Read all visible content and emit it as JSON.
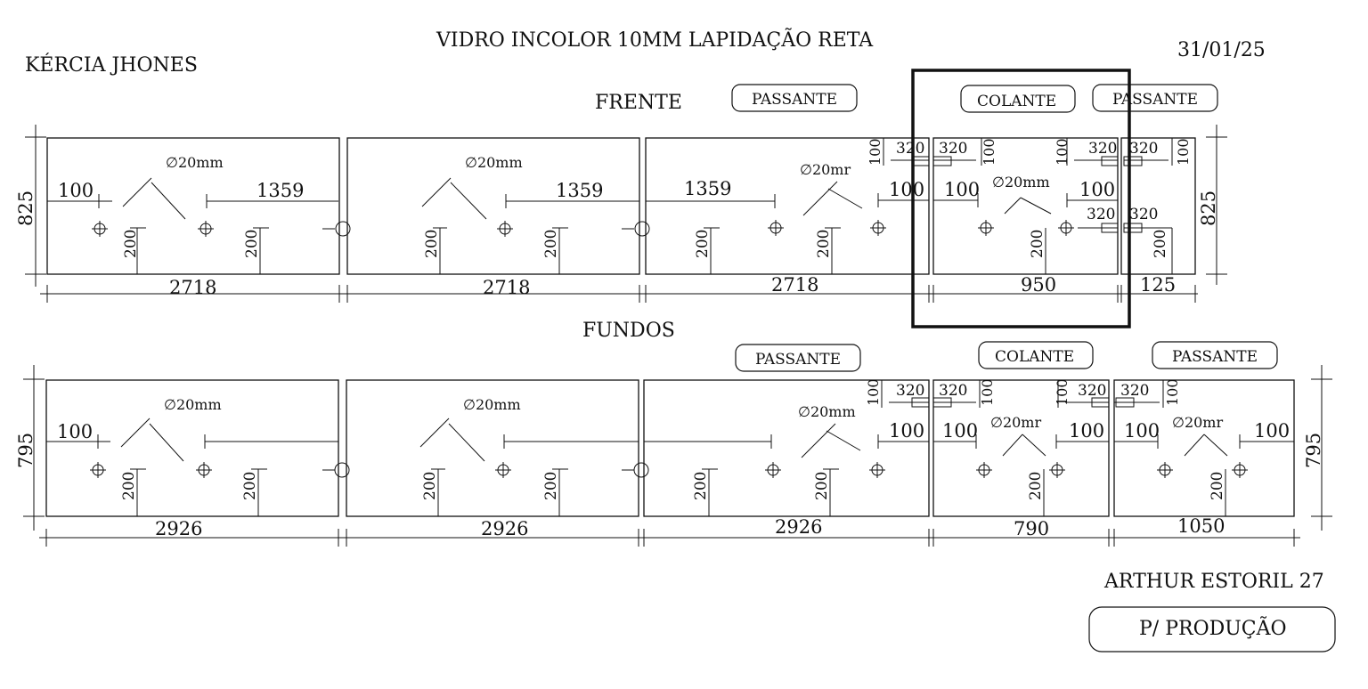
{
  "header": {
    "title": "VIDRO INCOLOR 10MM LAPIDAÇÃO RETA",
    "client": "KÉRCIA JHONES",
    "date": "31/01/25"
  },
  "footer": {
    "address": "ARTHUR ESTORIL 27",
    "status": "P/ PRODUÇÃO"
  },
  "sections": {
    "front": {
      "label": "FRENTE",
      "height": "825",
      "tags": [
        "PASSANTE",
        "COLANTE",
        "PASSANTE"
      ],
      "widths": [
        "2718",
        "2718",
        "2718",
        "950",
        "125"
      ]
    },
    "back": {
      "label": "FUNDOS",
      "height": "795",
      "tags": [
        "PASSANTE",
        "COLANTE",
        "PASSANTE"
      ],
      "widths": [
        "2926",
        "2926",
        "2926",
        "790",
        "1050"
      ]
    }
  },
  "annotations": {
    "hole": "∅20mm",
    "hole_cut": "∅20mr",
    "hole_cut2": "∅20mm",
    "d100": "100",
    "d200": "200",
    "d320": "320",
    "d1359": "1359"
  }
}
